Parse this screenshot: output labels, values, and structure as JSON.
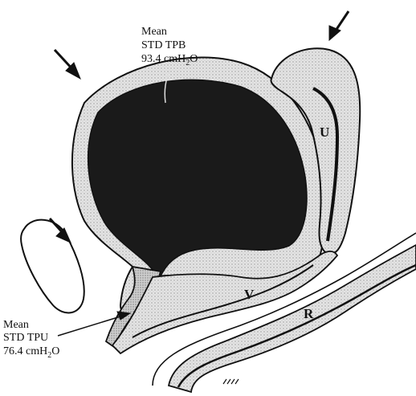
{
  "top_label": {
    "line1": "Mean",
    "line2": "STD TPB",
    "value": "93.4 cmH",
    "sub": "2",
    "tail": "O"
  },
  "bottom_label": {
    "line1": "Mean",
    "line2": "STD TPU",
    "value": "76.4 cmH",
    "sub": "2",
    "tail": "O"
  },
  "organs": {
    "uterus": "U",
    "vagina": "V",
    "rectum": "R"
  },
  "colors": {
    "ink": "#111111",
    "bladder_lumen": "#1a1a1a",
    "tissue_fill": "#d9d9d9",
    "background": "#ffffff"
  }
}
